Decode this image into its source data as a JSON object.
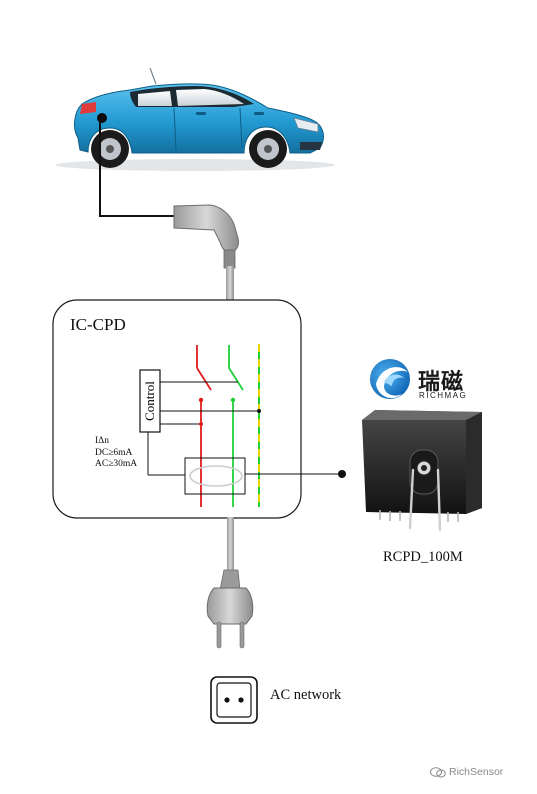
{
  "diagram": {
    "box_title": "IC-CPD",
    "control_label": "Control",
    "spec_lines": [
      "IΔn",
      "DC≥6mA",
      "AC≥30mA"
    ],
    "part_number": "RCPD_100M",
    "ac_label": "AC network"
  },
  "brand": {
    "name_zh": "瑞磁",
    "name_en": "RICHMAG",
    "accent": "#1a6fc0"
  },
  "watermark": "RichSensor",
  "colors": {
    "car_body": "#2b9fd3",
    "phase_wire": "#e01b1b",
    "neutral_wire": "#1fcf3a",
    "earth_wire": "#e8d400"
  }
}
